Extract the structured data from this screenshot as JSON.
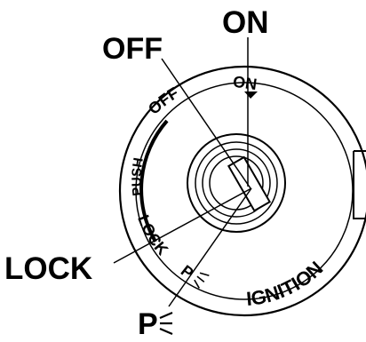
{
  "callouts": {
    "on": "ON",
    "off": "OFF",
    "lock": "LOCK",
    "park": "P"
  },
  "ring_labels": {
    "on": "ON",
    "off": "OFF",
    "push": "PUSH",
    "lock": "LOCK",
    "park": "P",
    "ignition": "IGNITION"
  },
  "colors": {
    "ink": "#000000",
    "paper": "#ffffff"
  }
}
